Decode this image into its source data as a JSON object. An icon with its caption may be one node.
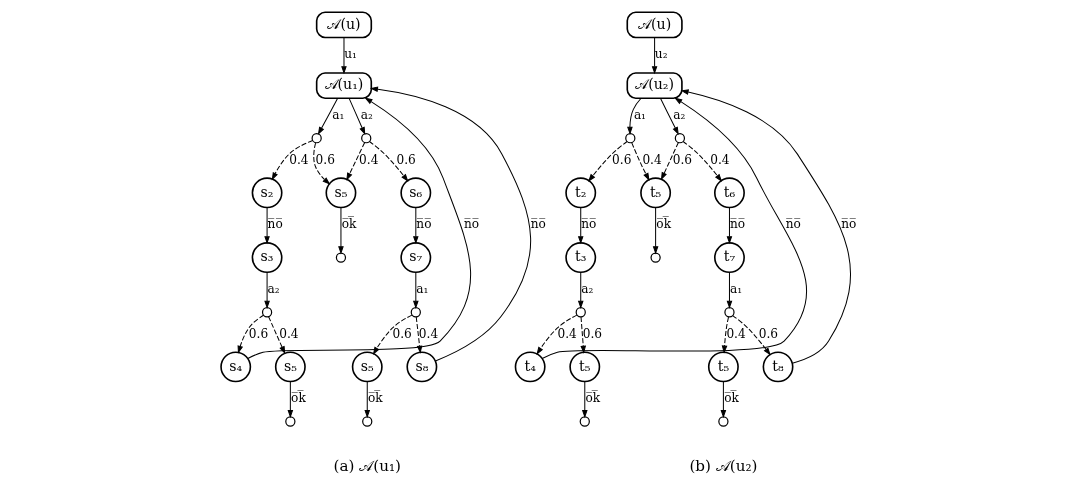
{
  "diagram": {
    "nodes": [
      {
        "text": [
          "𝒜(u)"
        ]
      },
      {
        "text": [
          "𝒜(u₁)"
        ]
      },
      {
        "text": [],
        "shape": "circle"
      },
      {
        "text": [],
        "shape": "circle"
      },
      {
        "text": [
          "s₂"
        ]
      },
      {
        "text": [
          "s₅"
        ]
      },
      {
        "text": [
          "s₆"
        ]
      },
      {
        "text": [],
        "shape": "circle"
      },
      {
        "text": [
          "s₃"
        ]
      },
      {
        "text": [
          "s₇"
        ]
      },
      {
        "text": [],
        "shape": "circle"
      },
      {
        "text": [],
        "shape": "circle"
      },
      {
        "text": [
          "s₄"
        ]
      },
      {
        "text": [
          "s₅"
        ]
      },
      {
        "text": [
          "s₅"
        ]
      },
      {
        "text": [
          "s₈"
        ]
      },
      {
        "text": [],
        "shape": "circle"
      },
      {
        "text": [],
        "shape": "circle"
      },
      {
        "text": [
          "𝒜(u)"
        ]
      },
      {
        "text": [
          "𝒜(u₂)"
        ]
      },
      {
        "text": [],
        "shape": "circle"
      },
      {
        "text": [],
        "shape": "circle"
      },
      {
        "text": [
          "t₂"
        ]
      },
      {
        "text": [
          "t₅"
        ]
      },
      {
        "text": [
          "t₆"
        ]
      },
      {
        "text": [],
        "shape": "circle"
      },
      {
        "text": [
          "t₃"
        ]
      },
      {
        "text": [
          "t₇"
        ]
      },
      {
        "text": [],
        "shape": "circle"
      },
      {
        "text": [],
        "shape": "circle"
      },
      {
        "text": [
          "t₄"
        ]
      },
      {
        "text": [
          "t₅"
        ]
      },
      {
        "text": [
          "t₅"
        ]
      },
      {
        "text": [
          "t₈"
        ]
      },
      {
        "text": [],
        "shape": "circle"
      },
      {
        "text": [],
        "shape": "circle"
      }
    ],
    "edges": [
      {
        "from": 0,
        "to": 1,
        "arrow": "to",
        "label": "u₁"
      },
      {
        "from": 1,
        "to": 2,
        "arrow": "to",
        "label": "a₁"
      },
      {
        "from": 1,
        "to": 3,
        "arrow": "to",
        "label": "a₂"
      },
      {
        "from": 2,
        "to": 4,
        "arrow": "to",
        "label": "0.4",
        "style": "dashed"
      },
      {
        "from": 2,
        "to": 5,
        "arrow": "to",
        "label": "0.6",
        "style": "dashed"
      },
      {
        "from": 3,
        "to": 5,
        "arrow": "to",
        "label": "0.4",
        "style": "dashed"
      },
      {
        "from": 3,
        "to": 6,
        "arrow": "to",
        "label": "0.6",
        "style": "dashed"
      },
      {
        "from": 4,
        "to": 8,
        "arrow": "to",
        "label": "n̅o̅"
      },
      {
        "from": 5,
        "to": 7,
        "arrow": "to",
        "label": "o̅k̅"
      },
      {
        "from": 6,
        "to": 9,
        "arrow": "to",
        "label": "n̅o̅"
      },
      {
        "from": 8,
        "to": 10,
        "arrow": "to",
        "label": "a₂"
      },
      {
        "from": 9,
        "to": 11,
        "arrow": "to",
        "label": "a₁"
      },
      {
        "from": 10,
        "to": 12,
        "arrow": "to",
        "label": "0.6",
        "style": "dashed"
      },
      {
        "from": 10,
        "to": 13,
        "arrow": "to",
        "label": "0.4",
        "style": "dashed"
      },
      {
        "from": 11,
        "to": 14,
        "arrow": "to",
        "label": "0.6",
        "style": "dashed"
      },
      {
        "from": 11,
        "to": 15,
        "arrow": "to",
        "label": "0.4",
        "style": "dashed"
      },
      {
        "from": 13,
        "to": 16,
        "arrow": "to",
        "label": "o̅k̅"
      },
      {
        "from": 14,
        "to": 17,
        "arrow": "to",
        "label": "o̅k̅"
      },
      {
        "from": 12,
        "to": 1,
        "arrow": "to",
        "label": "n̅o̅"
      },
      {
        "from": 15,
        "to": 1,
        "arrow": "to",
        "label": "n̅o̅"
      },
      {
        "from": 18,
        "to": 19,
        "arrow": "to",
        "label": "u₂"
      },
      {
        "from": 19,
        "to": 20,
        "arrow": "to",
        "label": "a₁"
      },
      {
        "from": 19,
        "to": 21,
        "arrow": "to",
        "label": "a₂"
      },
      {
        "from": 20,
        "to": 22,
        "arrow": "to",
        "label": "0.6",
        "style": "dashed"
      },
      {
        "from": 20,
        "to": 23,
        "arrow": "to",
        "label": "0.4",
        "style": "dashed"
      },
      {
        "from": 21,
        "to": 23,
        "arrow": "to",
        "label": "0.6",
        "style": "dashed"
      },
      {
        "from": 21,
        "to": 24,
        "arrow": "to",
        "label": "0.4",
        "style": "dashed"
      },
      {
        "from": 22,
        "to": 26,
        "arrow": "to",
        "label": "n̅o̅"
      },
      {
        "from": 23,
        "to": 25,
        "arrow": "to",
        "label": "o̅k̅"
      },
      {
        "from": 24,
        "to": 27,
        "arrow": "to",
        "label": "n̅o̅"
      },
      {
        "from": 26,
        "to": 28,
        "arrow": "to",
        "label": "a₂"
      },
      {
        "from": 27,
        "to": 29,
        "arrow": "to",
        "label": "a₁"
      },
      {
        "from": 28,
        "to": 30,
        "arrow": "to",
        "label": "0.4",
        "style": "dashed"
      },
      {
        "from": 28,
        "to": 31,
        "arrow": "to",
        "label": "0.6",
        "style": "dashed"
      },
      {
        "from": 29,
        "to": 32,
        "arrow": "to",
        "label": "0.4",
        "style": "dashed"
      },
      {
        "from": 29,
        "to": 33,
        "arrow": "to",
        "label": "0.6",
        "style": "dashed"
      },
      {
        "from": 31,
        "to": 34,
        "arrow": "to",
        "label": "o̅k̅"
      },
      {
        "from": 32,
        "to": 35,
        "arrow": "to",
        "label": "o̅k̅"
      },
      {
        "from": 30,
        "to": 19,
        "arrow": "to",
        "label": "n̅o̅"
      },
      {
        "from": 33,
        "to": 19,
        "arrow": "to",
        "label": "n̅o̅"
      }
    ],
    "labels": [
      "(a) 𝒜(u₁)",
      "(b) 𝒜(u₂)"
    ]
  }
}
